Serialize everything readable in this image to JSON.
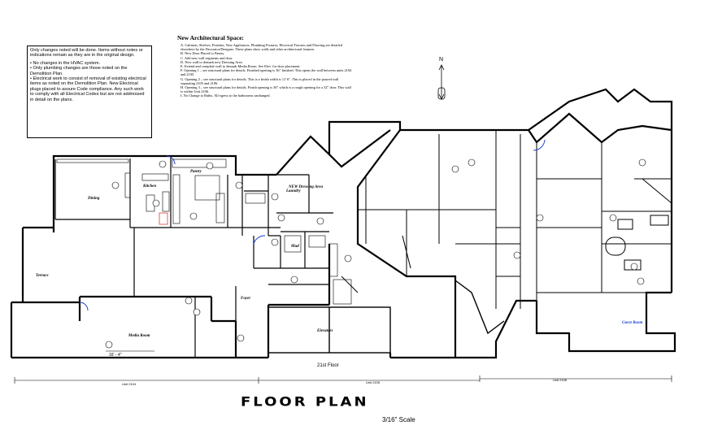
{
  "notes": {
    "intro": "Only changes noted will be done. Items without notes or indications remain as they are in the original design.",
    "items": [
      "• No changes in the HVAC system.",
      "• Only plumbing changes are those noted on the Demolition Plan.",
      "• Electrical work to consist of removal of existing electrical items as noted on the Demolition Plan. New Electrical plugs placed to assure Code compliance. Any such work to comply with all Electrical Codes but are not addressed in detail on the plans."
    ]
  },
  "architectural": {
    "title": "New Architectural Space:",
    "items": [
      "A. Cabinets, Shelves, Finishes, New Appliances, Plumbing Fixtures, Electrical Fixtures and Flooring are detailed elsewhere by the Decorator/Designer. These plans show walls and other architectural features.",
      "B. New Door Placed to Pantry.",
      "C. Add new wall segments and door.",
      "D. New wall to demark new Dressing Area.",
      "E. Extend and complete wall to demark Media Room. See Elev. for door placement.",
      "F. Opening 1 – see structural plans for details. Finished opening is 36\" finished. This opens the wall between units 2104 and 2105.",
      "G. Opening 2 – see structural plans for details. This is a finish width is 11' 6\". This is placed in the poured wall separating 2105 and 2106.",
      "H. Opening 3 – see structural plans for details. Finish opening is 36\" which is a rough opening for a 32\" door. This wall is within Unit 2106.",
      "I. No Change to Baths. All egress to the bathrooms unchanged."
    ]
  },
  "rooms": {
    "dining": "Dining",
    "kitchen": "Kitchen",
    "pantry": "Pantry",
    "laundry": "Laundry",
    "dressing": "NEW Dressing Area",
    "terrace": "Terrace",
    "media": "Media Room",
    "foyer": "Foyer",
    "elevators": "Elevators",
    "guest": "Guest Room",
    "mud": "Mud",
    "dim": "16' - 4\""
  },
  "compass": {
    "north": "N"
  },
  "floor_label": "21st Floor",
  "units": [
    "Unit 2104",
    "Unit 2105",
    "Unit 2106"
  ],
  "title": "FLOOR PLAN",
  "scale": "3/16\" Scale",
  "colors": {
    "line": "#000000",
    "door": "#1a3ccc",
    "guest": "#1a3ccc",
    "mark": "#cc0000"
  }
}
